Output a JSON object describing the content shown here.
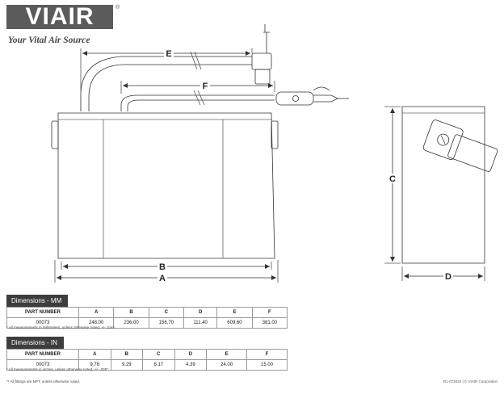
{
  "brand": {
    "logo_text": "VIAIR",
    "registered": "®",
    "tagline": "Your Vital Air Source"
  },
  "dimension_labels": [
    "A",
    "B",
    "C",
    "D",
    "E",
    "F"
  ],
  "table_mm": {
    "title": "Dimensions - MM",
    "headers": [
      "PART NUMBER",
      "A",
      "B",
      "C",
      "D",
      "E",
      "F"
    ],
    "row": [
      "00073",
      "248.00",
      "236.00",
      "156.70",
      "111.40",
      "609.60",
      "381.00"
    ],
    "note": "* All measurements in millimeters, unless otherwise noted, +/- 1mm."
  },
  "table_in": {
    "title": "Dimensions - IN",
    "headers": [
      "PART NUMBER",
      "A",
      "B",
      "C",
      "D",
      "E",
      "F"
    ],
    "row": [
      "00073",
      "9.76",
      "9.29",
      "6.17",
      "4.39",
      "24.00",
      "15.00"
    ],
    "note": "* All measurements in inches, unless otherwise noted, +/- .035\"."
  },
  "footer": {
    "fittings_note": "** All fittings are NPT, unless otherwise noted.",
    "doc_ref": "R1-072022 | © VIAIR Corporation"
  }
}
